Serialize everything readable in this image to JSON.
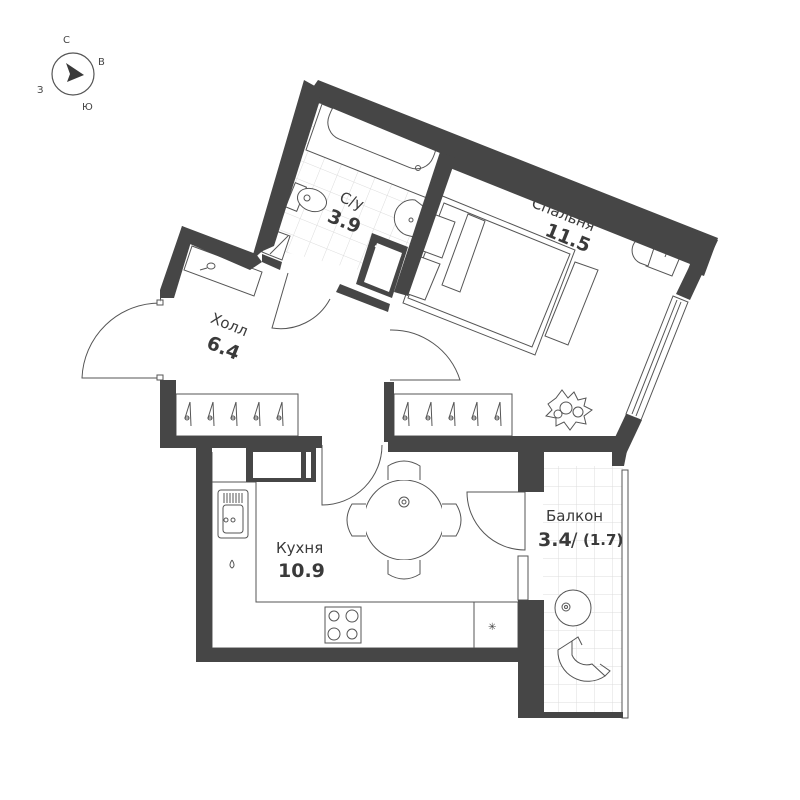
{
  "compass": {
    "north": "С",
    "east": "В",
    "south": "Ю",
    "west": "З"
  },
  "rooms": [
    {
      "id": "bathroom",
      "name": "С/у",
      "area": "3.9"
    },
    {
      "id": "bedroom",
      "name": "Спальня",
      "area": "11.5"
    },
    {
      "id": "hall",
      "name": "Холл",
      "area": "6.4"
    },
    {
      "id": "kitchen",
      "name": "Кухня",
      "area": "10.9"
    },
    {
      "id": "balcony",
      "name": "Балкон",
      "area": "3.4",
      "area_reduced": "(1.7)",
      "separator": "/"
    }
  ],
  "colors": {
    "wall": "#464646",
    "line": "#555555",
    "tile": "#dcdcdc",
    "text": "#3a3a3a",
    "background": "#ffffff"
  }
}
